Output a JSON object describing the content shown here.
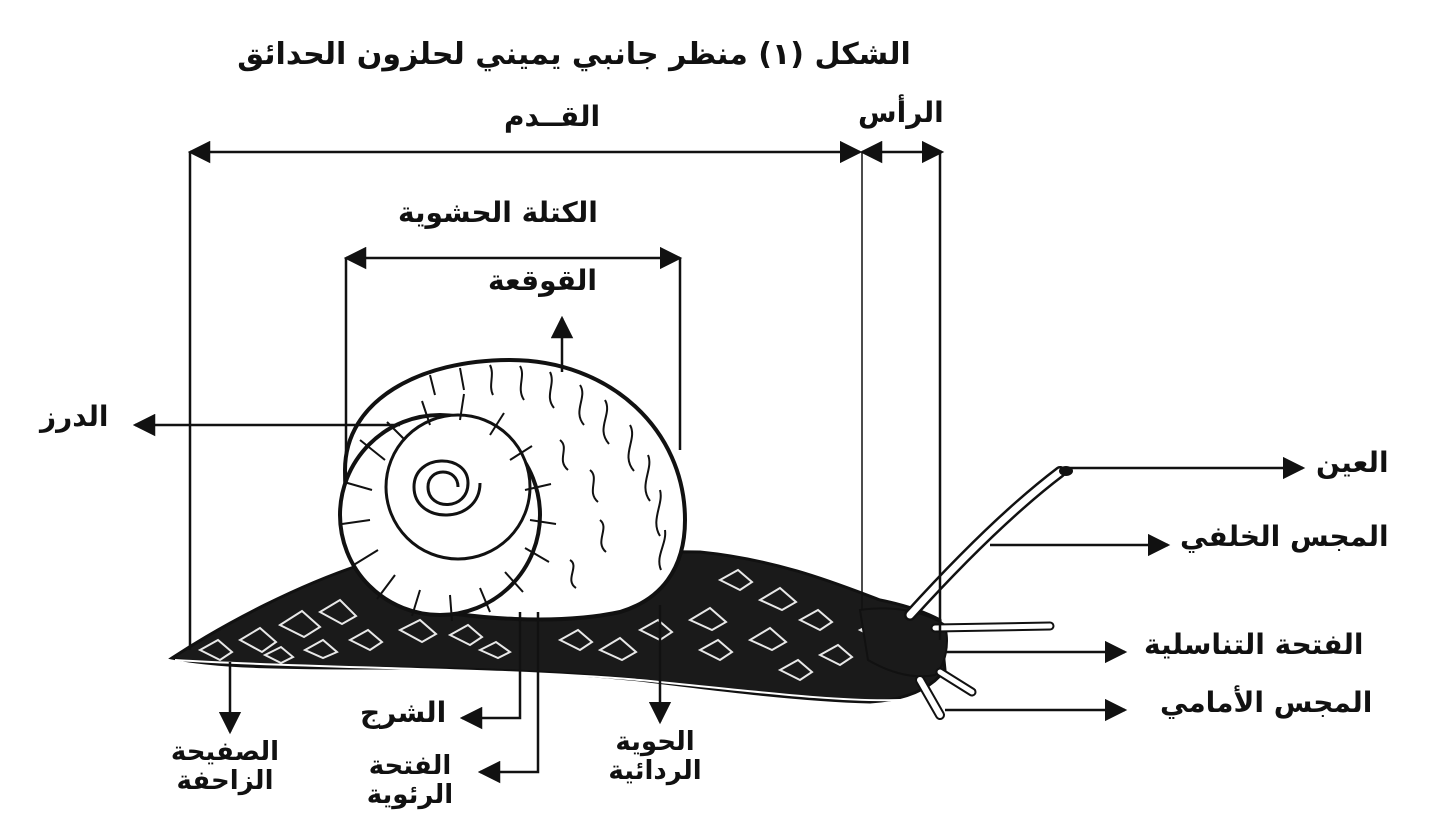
{
  "figure": {
    "title": "الشكل (١) منظر جانبي يميني لحلزون الحدائق",
    "labels": {
      "head": "الرأس",
      "foot": "القــدم",
      "visceral_mass": "الكتلة الحشوية",
      "shell": "القوقعة",
      "suture": "الدرز",
      "eye": "العين",
      "posterior_tentacle": "المجس الخلفي",
      "genital_pore": "الفتحة التناسلية",
      "anterior_tentacle": "المجس الأمامي",
      "anus": "الشرج",
      "pulmonary_opening": "الفتحة الرئوية",
      "mantle_collar": "الحوية الردائية",
      "creeping_sole": "الصفيحة الزاحفة"
    }
  },
  "colors": {
    "ink": "#111111",
    "paper": "#ffffff",
    "body_fill": "#1a1a1a"
  }
}
